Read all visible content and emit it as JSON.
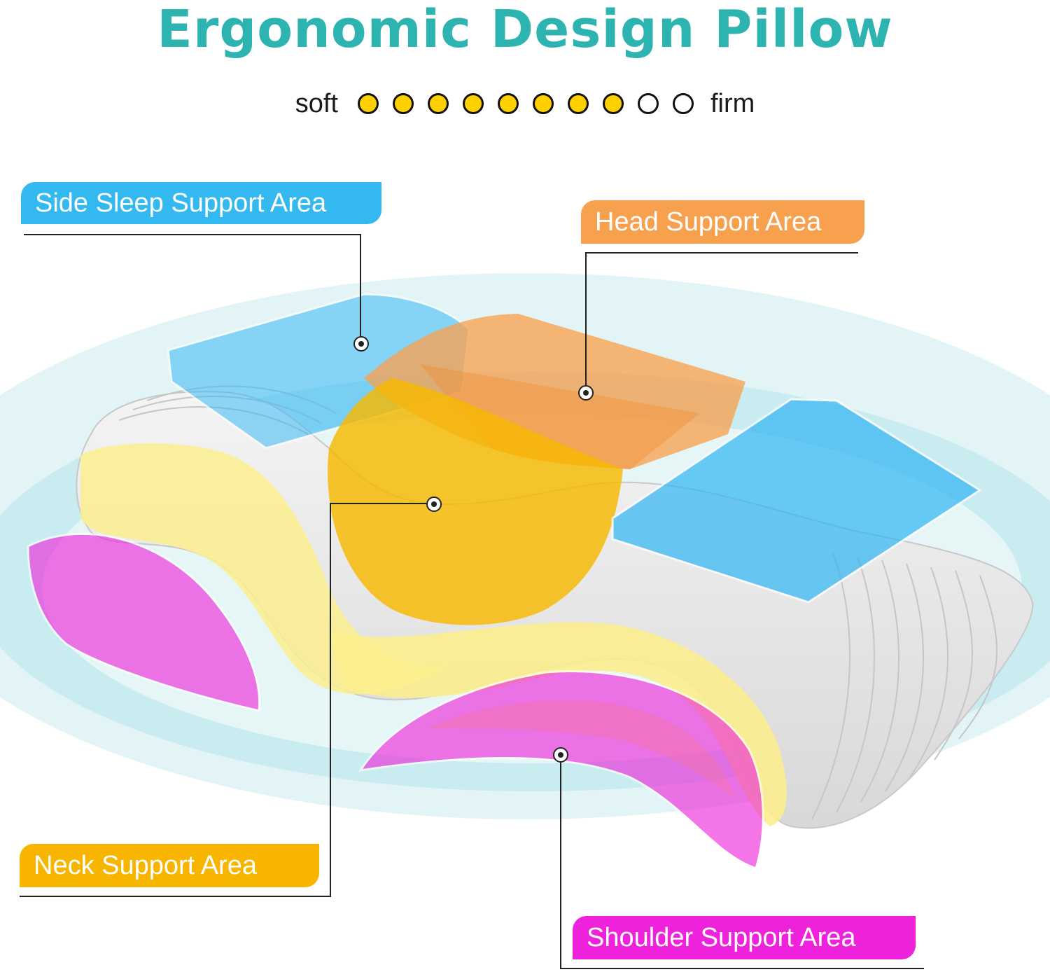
{
  "title": "Ergonomic Design Pillow",
  "firmness": {
    "soft_label": "soft",
    "firm_label": "firm",
    "level": 8,
    "max": 10,
    "filled_color": "#FFD000",
    "empty_color": "#FFFFFF"
  },
  "colors": {
    "title": "#2EB4B0",
    "side": "#33B8F0",
    "head": "#F7A14F",
    "neck": "#F7B500",
    "shoulder": "#EE22DA"
  },
  "callouts": {
    "side_sleep": "Side Sleep Support Area",
    "head": "Head Support Area",
    "neck": "Neck Support Area",
    "shoulder": "Shoulder Support Area"
  }
}
